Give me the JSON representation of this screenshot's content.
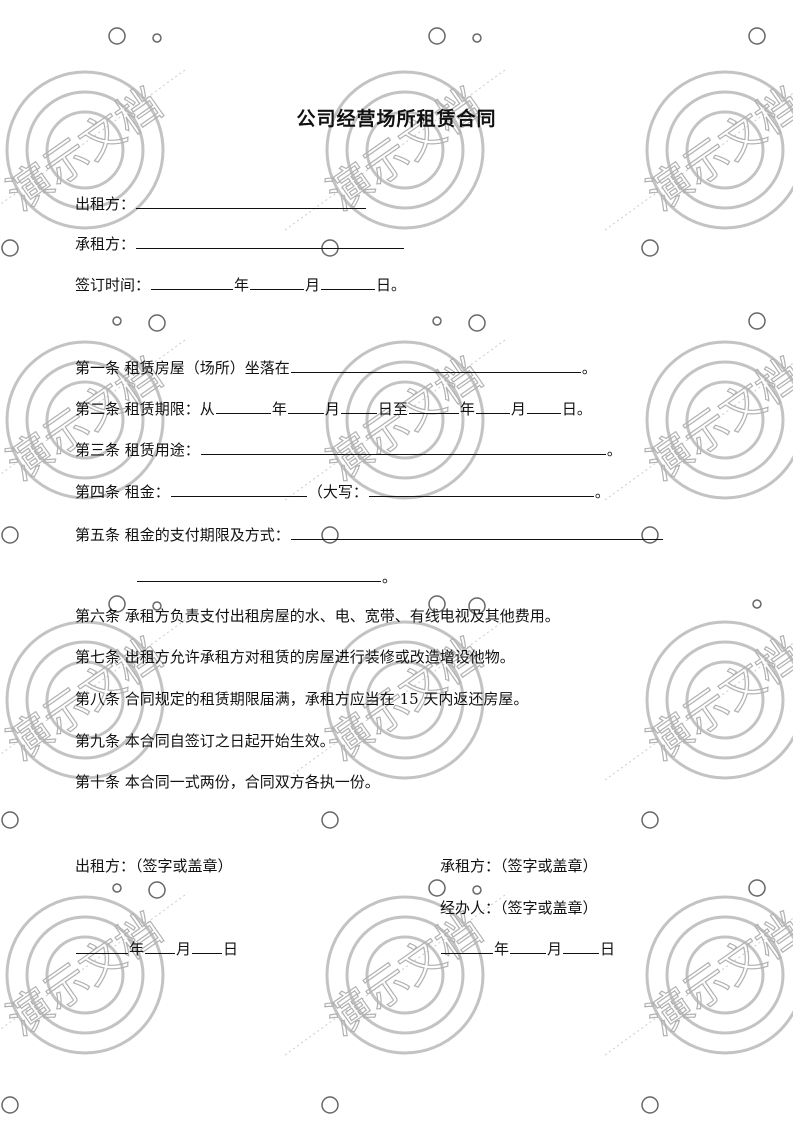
{
  "title": "公司经营场所租赁合同",
  "header": {
    "lessor_label": "出租方：",
    "lessee_label": "承租方：",
    "sign_date": {
      "prefix": "签订时间：",
      "year": "年",
      "month": "月",
      "day": "日。"
    }
  },
  "clauses": {
    "c1": {
      "label": "第一条",
      "text": "租赁房屋（场所）坐落在",
      "end": "。"
    },
    "c2": {
      "label": "第二条",
      "text": "租赁期限：从",
      "y": "年",
      "m": "月",
      "d_to": "日至",
      "y2": "年",
      "m2": "月",
      "d2": "日。"
    },
    "c3": {
      "label": "第三条",
      "text": "租赁用途：",
      "end": "。"
    },
    "c4": {
      "label": "第四条",
      "text": "租金：",
      "cap": "（大写：",
      "end": "。"
    },
    "c5": {
      "label": "第五条",
      "text": "租金的支付期限及方式：",
      "end": "。"
    },
    "c6": {
      "label": "第六条",
      "text": "承租方负责支付出租房屋的水、电、宽带、有线电视及其他费用。"
    },
    "c7": {
      "label": "第七条",
      "text": "出租方允许承租方对租赁的房屋进行装修或改造增设他物。"
    },
    "c8": {
      "label": "第八条",
      "text": "合同规定的租赁期限届满，承租方应当在 15 天内返还房屋。"
    },
    "c9": {
      "label": "第九条",
      "text": "本合同自签订之日起开始生效。"
    },
    "c10": {
      "label": "第十条",
      "text": "本合同一式两份，合同双方各执一份。"
    }
  },
  "signatures": {
    "lessor": "出租方：（签字或盖章）",
    "lessee": "承租方：（签字或盖章）",
    "agent": "经办人：（签字或盖章）",
    "year": "年",
    "month": "月",
    "day": "日"
  },
  "watermark": {
    "text": "演示文档"
  }
}
